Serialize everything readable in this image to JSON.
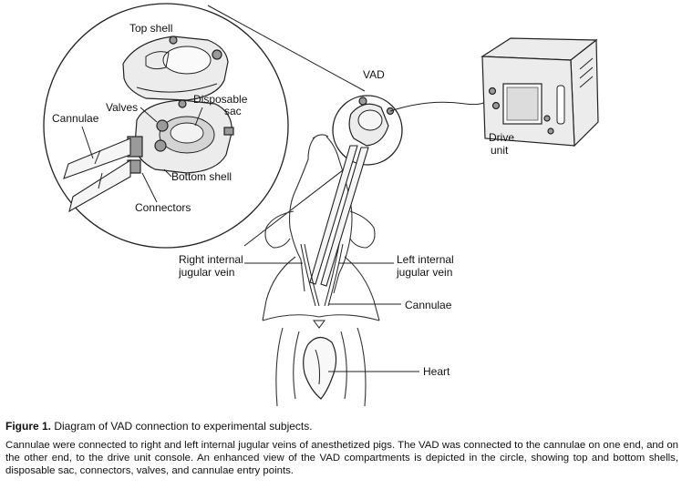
{
  "labels": {
    "top_shell": "Top shell",
    "valves": "Valves",
    "disposable": "Disposable",
    "sac": "sac",
    "cannulae_left": "Cannulae",
    "bottom_shell": "Bottom shell",
    "connectors": "Connectors",
    "vad": "VAD",
    "drive": "Drive",
    "unit": "unit",
    "right_ijv_1": "Right internal",
    "right_ijv_2": "jugular vein",
    "left_ijv_1": "Left internal",
    "left_ijv_2": "jugular vein",
    "cannulae_right": "Cannulae",
    "heart": "Heart"
  },
  "caption": {
    "figure_label": "Figure 1.",
    "title": " Diagram of VAD connection to experimental subjects.",
    "body": "Cannulae were connected to right and left internal jugular veins of anesthetized pigs. The VAD was connected to the cannulae on one end, and on the other end, to the drive unit console. An enhanced view of the VAD compartments is depicted in the circle, showing top and bottom shells, disposable sac, connectors, valves, and cannulae entry points."
  }
}
